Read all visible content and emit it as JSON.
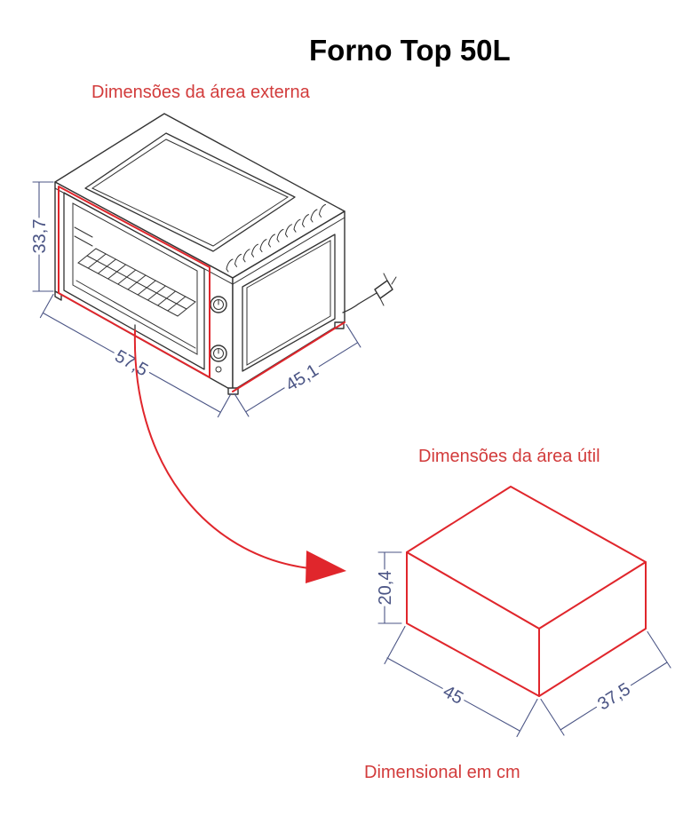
{
  "title": "Forno Top 50L",
  "external": {
    "label": "Dimensões da área externa",
    "height": "33,7",
    "width": "57,5",
    "depth": "45,1"
  },
  "internal": {
    "label": "Dimensões da área útil",
    "height": "20,4",
    "width": "45",
    "depth": "37,5"
  },
  "note": "Dimensional em cm",
  "colors": {
    "highlight": "#e0262c",
    "label_text": "#d23b3b",
    "dimension": "#4b5585",
    "drawing": "#333333"
  }
}
